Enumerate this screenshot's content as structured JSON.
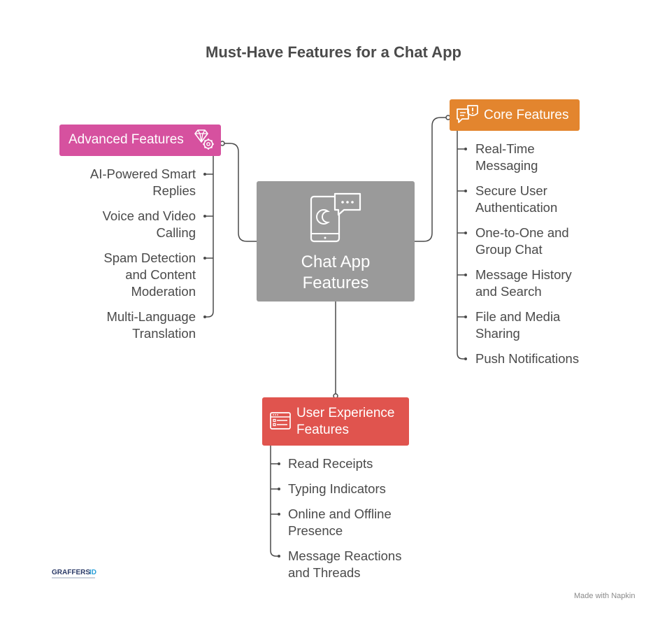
{
  "title": "Must-Have Features for a Chat App",
  "center": {
    "label_line1": "Chat App",
    "label_line2": "Features",
    "icon": "chat-phone-icon"
  },
  "advanced": {
    "label": "Advanced Features",
    "color": "#d6519f",
    "icon": "gem-gear-icon",
    "items": [
      {
        "line1": "AI-Powered Smart",
        "line2": "Replies"
      },
      {
        "line1": "Voice and Video",
        "line2": "Calling"
      },
      {
        "line1": "Spam Detection",
        "line2": "and Content",
        "line3": "Moderation"
      },
      {
        "line1": "Multi-Language",
        "line2": "Translation"
      }
    ]
  },
  "core": {
    "label": "Core Features",
    "color": "#e3852e",
    "icon": "message-alert-icon",
    "items": [
      {
        "line1": "Real-Time",
        "line2": "Messaging"
      },
      {
        "line1": "Secure User",
        "line2": "Authentication"
      },
      {
        "line1": "One-to-One and",
        "line2": "Group Chat"
      },
      {
        "line1": "Message History",
        "line2": "and Search"
      },
      {
        "line1": "File and Media",
        "line2": "Sharing"
      },
      {
        "line1": "Push Notifications"
      }
    ]
  },
  "ux": {
    "label_line1": "User Experience",
    "label_line2": "Features",
    "color": "#e0544e",
    "icon": "browser-list-icon",
    "items": [
      {
        "line1": "Read Receipts"
      },
      {
        "line1": "Typing Indicators"
      },
      {
        "line1": "Online and Offline",
        "line2": "Presence"
      },
      {
        "line1": "Message Reactions",
        "line2": "and Threads"
      }
    ]
  },
  "watermark_left": "GRAFFERSID",
  "watermark_right": "Made with  Napkin"
}
